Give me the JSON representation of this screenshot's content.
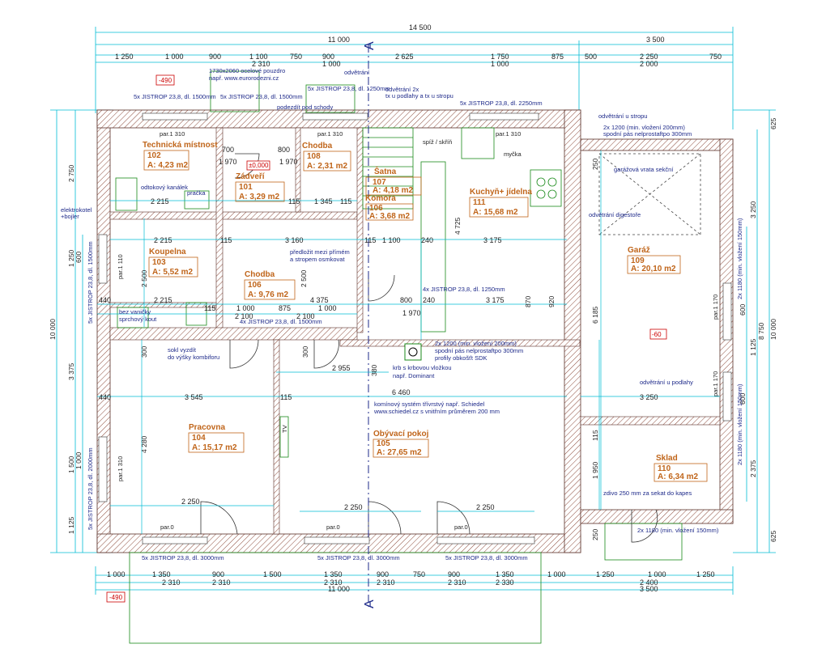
{
  "dimensions": {
    "top_total": "14 500",
    "top_main": "11 000",
    "top_garage": "3 500",
    "top_row": [
      "1 250",
      "1 000",
      "900",
      "1 100",
      "750",
      "900",
      "2 625",
      "1 750",
      "875",
      "500",
      "2 250",
      "750"
    ],
    "top_sub": [
      "2 310",
      "1 000",
      "1 000",
      "2 000"
    ],
    "bottom_row": [
      "1 000",
      "1 350",
      "900",
      "1 500",
      "1 350",
      "900",
      "750",
      "900",
      "1 350",
      "1 000",
      "1 250",
      "1 000",
      "1 250"
    ],
    "bottom_sub": [
      "2 310",
      "2 310",
      "2 310",
      "2 310",
      "2 310",
      "2 330",
      "2 400"
    ],
    "bottom_main": "11 000",
    "bottom_garage": "3 500",
    "left_total": "10 000",
    "left_parts": [
      "2 750",
      "1 250",
      "3 375",
      "1 500",
      "1 125"
    ],
    "left_sub": [
      "600",
      "1 000"
    ],
    "right_total_a": "8 750",
    "right_total_b": "10 000",
    "right_parts": [
      "625",
      "3 250",
      "1 125",
      "2 375",
      "625"
    ],
    "right_sub": [
      "600",
      "600"
    ],
    "inner": [
      "2 215",
      "1 970",
      "700",
      "800",
      "1 970",
      "115",
      "1 345",
      "115",
      "2 215",
      "115",
      "3 160",
      "115",
      "1 100",
      "240",
      "3 175",
      "4 725",
      "440",
      "2 215",
      "115",
      "1 000",
      "875",
      "4 375",
      "1 000",
      "800",
      "240",
      "3 175",
      "2 100",
      "2 100",
      "1 970",
      "6 185",
      "3 545",
      "115",
      "2 955",
      "380",
      "6 460",
      "3 250",
      "4 280",
      "2 250",
      "2 250",
      "2 250",
      "1 950",
      "250",
      "250",
      "115",
      "440",
      "300",
      "300",
      "2 500",
      "2 500",
      "870",
      "920"
    ]
  },
  "level_marks": [
    "-490",
    "-490",
    "±0,000",
    "-60"
  ],
  "section_marks": [
    "A",
    "A"
  ],
  "rooms": [
    {
      "name": "Technická místnost",
      "num": "102",
      "area": "A: 4,23 m2"
    },
    {
      "name": "Chodba",
      "num": "108",
      "area": "A: 2,31 m2"
    },
    {
      "name": "Zádveří",
      "num": "101",
      "area": "A: 3,29 m2"
    },
    {
      "name": "Šatna",
      "num": "107",
      "area": "A: 4,18 m2"
    },
    {
      "name": "Komora",
      "num": "106",
      "area": "A: 3,68 m2"
    },
    {
      "name": "Kuchyň+ jídelna",
      "num": "111",
      "area": "A: 15,68 m2"
    },
    {
      "name": "Garáž",
      "num": "109",
      "area": "A: 20,10 m2"
    },
    {
      "name": "Koupelna",
      "num": "103",
      "area": "A: 5,52 m2"
    },
    {
      "name": "Chodba",
      "num": "106",
      "area": "A: 9,76 m2"
    },
    {
      "name": "Pracovna",
      "num": "104",
      "area": "A: 15,17 m2"
    },
    {
      "name": "Obývací pokoj",
      "num": "105",
      "area": "A: 27,65 m2"
    },
    {
      "name": "Sklad",
      "num": "110",
      "area": "A: 6,34 m2"
    }
  ],
  "notes": {
    "door_note": "1730x2060 ocelové pouzdro",
    "door_note2": "např. www.eurorodezni.cz",
    "ventilation": "odvětrání",
    "ventilation_2x": "odvětrání 2x",
    "ventilation_2x_b": "tx u podlahy a tx u stropu",
    "stairs_note": "podezdít pod schody",
    "ventilation_ceiling": "odvětrání u stropu",
    "ventilation_floor": "odvětrání u podlahy",
    "ventilation_hood": "odvětrání digestoře",
    "garage_door": "garážová vrata sekční",
    "garage_spec1": "2x 1200 (min. vložení 200mm)",
    "garage_spec2": "spodní pás nelprostaftpo 300mm",
    "tech_channel": "odtokový kanálek",
    "tech_sink": "pračka",
    "electro": "elektrokotel",
    "boiler": "+bojler",
    "shower": "bez vaničky",
    "shower2": "sprchový kout",
    "wall_note": "předložit mezi přímém",
    "wall_note2": "a stropem osmkovat",
    "kombifor": "sokl vyzdít",
    "kombifor2": "do výšky kombiforu",
    "fireplace": "krb s krbovou vložkou",
    "fireplace2": "např. Dominant",
    "chimney": "komínový systém třívrstvý např. Schiedel",
    "chimney2": "www.schiedel.cz s vnitřním průměrem 200 mm",
    "lintel_spec1": "2x 1200 (min. vložení 200mm)",
    "lintel_spec2": "spodní pás nelprostaftpo 300mm",
    "lintel_spec3": "profily obkošťt SDK",
    "sklad_lintel": "zdivo 250 mm za sekat do kapes",
    "sklad_door": "2x 1180 (min. vložení 150mm)",
    "right_lintel_a": "2x 1180 (min. vložení 150mm)",
    "right_lintel_b": "2x 1180 (min. vložení 150mm)",
    "closet": "spíž / skříň",
    "sink": "myčka",
    "tv": "TV"
  },
  "lintels": [
    "5x JISTROP 23,8, dl. 1500mm",
    "5x JISTROP 23,8, dl. 1500mm",
    "5x JISTROP 23,8, dl. 1250mm",
    "5x JISTROP 23,8, dl. 2250mm",
    "4x JISTROP 23,8, dl. 1250mm",
    "4x JISTROP 23,8, dl. 1500mm",
    "5x JISTROP 23,8, dl. 3000mm",
    "5x JISTROP 23,8, dl. 3000mm",
    "5x JISTROP 23,8, dl. 3000mm",
    "5x JISTROP 23,8, dl. 1500mm",
    "5x JISTROP 23,8, dl. 2000mm"
  ],
  "windows": [
    "par.1 310",
    "par.1 310",
    "par.1 310",
    "par.1 110",
    "par.1 310",
    "par.0",
    "par.0",
    "par.0",
    "par.1 170",
    "par.1 170"
  ],
  "colors": {
    "dimension": "#00bcd4",
    "wall_hatch": "#8b4a3a",
    "room_label": "#c0651a",
    "furniture": "#1a8a1a",
    "annotation": "#1e2a8a",
    "level": "#c00000"
  }
}
